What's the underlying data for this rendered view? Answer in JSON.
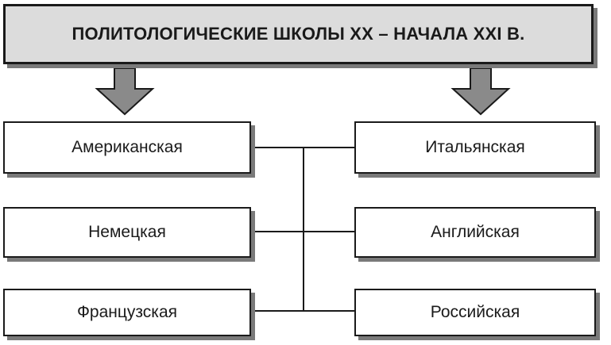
{
  "title": "ПОЛИТОЛОГИЧЕСКИЕ ШКОЛЫ XX – НАЧАЛА XXI В.",
  "left_schools": [
    "Американская",
    "Немецкая",
    "Французская"
  ],
  "right_schools": [
    "Итальянская",
    "Английская",
    "Российская"
  ]
}
